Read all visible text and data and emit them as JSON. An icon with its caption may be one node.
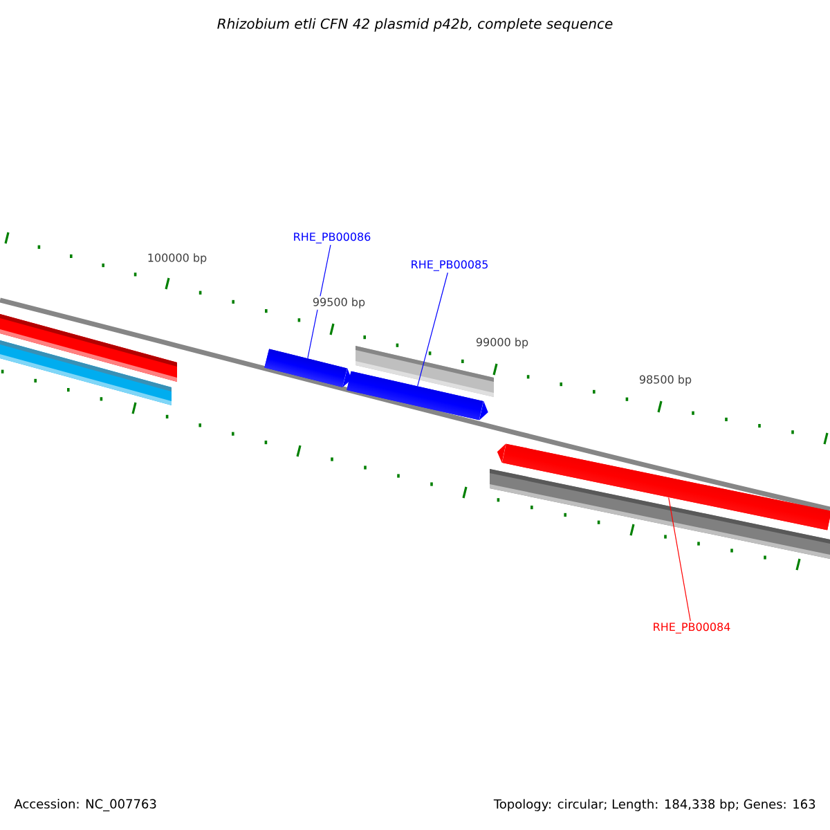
{
  "diagram": {
    "title": "Rhizobium etli CFN 42 plasmid p42b, complete sequence",
    "nodes": [
      {
        "text": [
          "RHE_PB00086"
        ]
      },
      {
        "text": [],
        "shape": "bar"
      },
      {
        "text": [
          "RHE_PB00085"
        ]
      },
      {
        "text": [],
        "shape": "bar"
      },
      {
        "text": [
          "RHE_PB00084"
        ]
      },
      {
        "text": [],
        "shape": "bar"
      }
    ],
    "edges": [
      {
        "from": 0,
        "to": 1,
        "arrow": "none",
        "color": "#0000ff"
      },
      {
        "from": 2,
        "to": 3,
        "arrow": "none",
        "color": "#0000ff"
      },
      {
        "from": 4,
        "to": 5,
        "arrow": "none",
        "color": "#ff0000"
      }
    ],
    "labels": [
      "100000 bp",
      "99500 bp",
      "99000 bp",
      "98500 bp",
      "Accession: NC_007763",
      "Topology: circular; Length: 184,338 bp; Genes: 163"
    ]
  }
}
